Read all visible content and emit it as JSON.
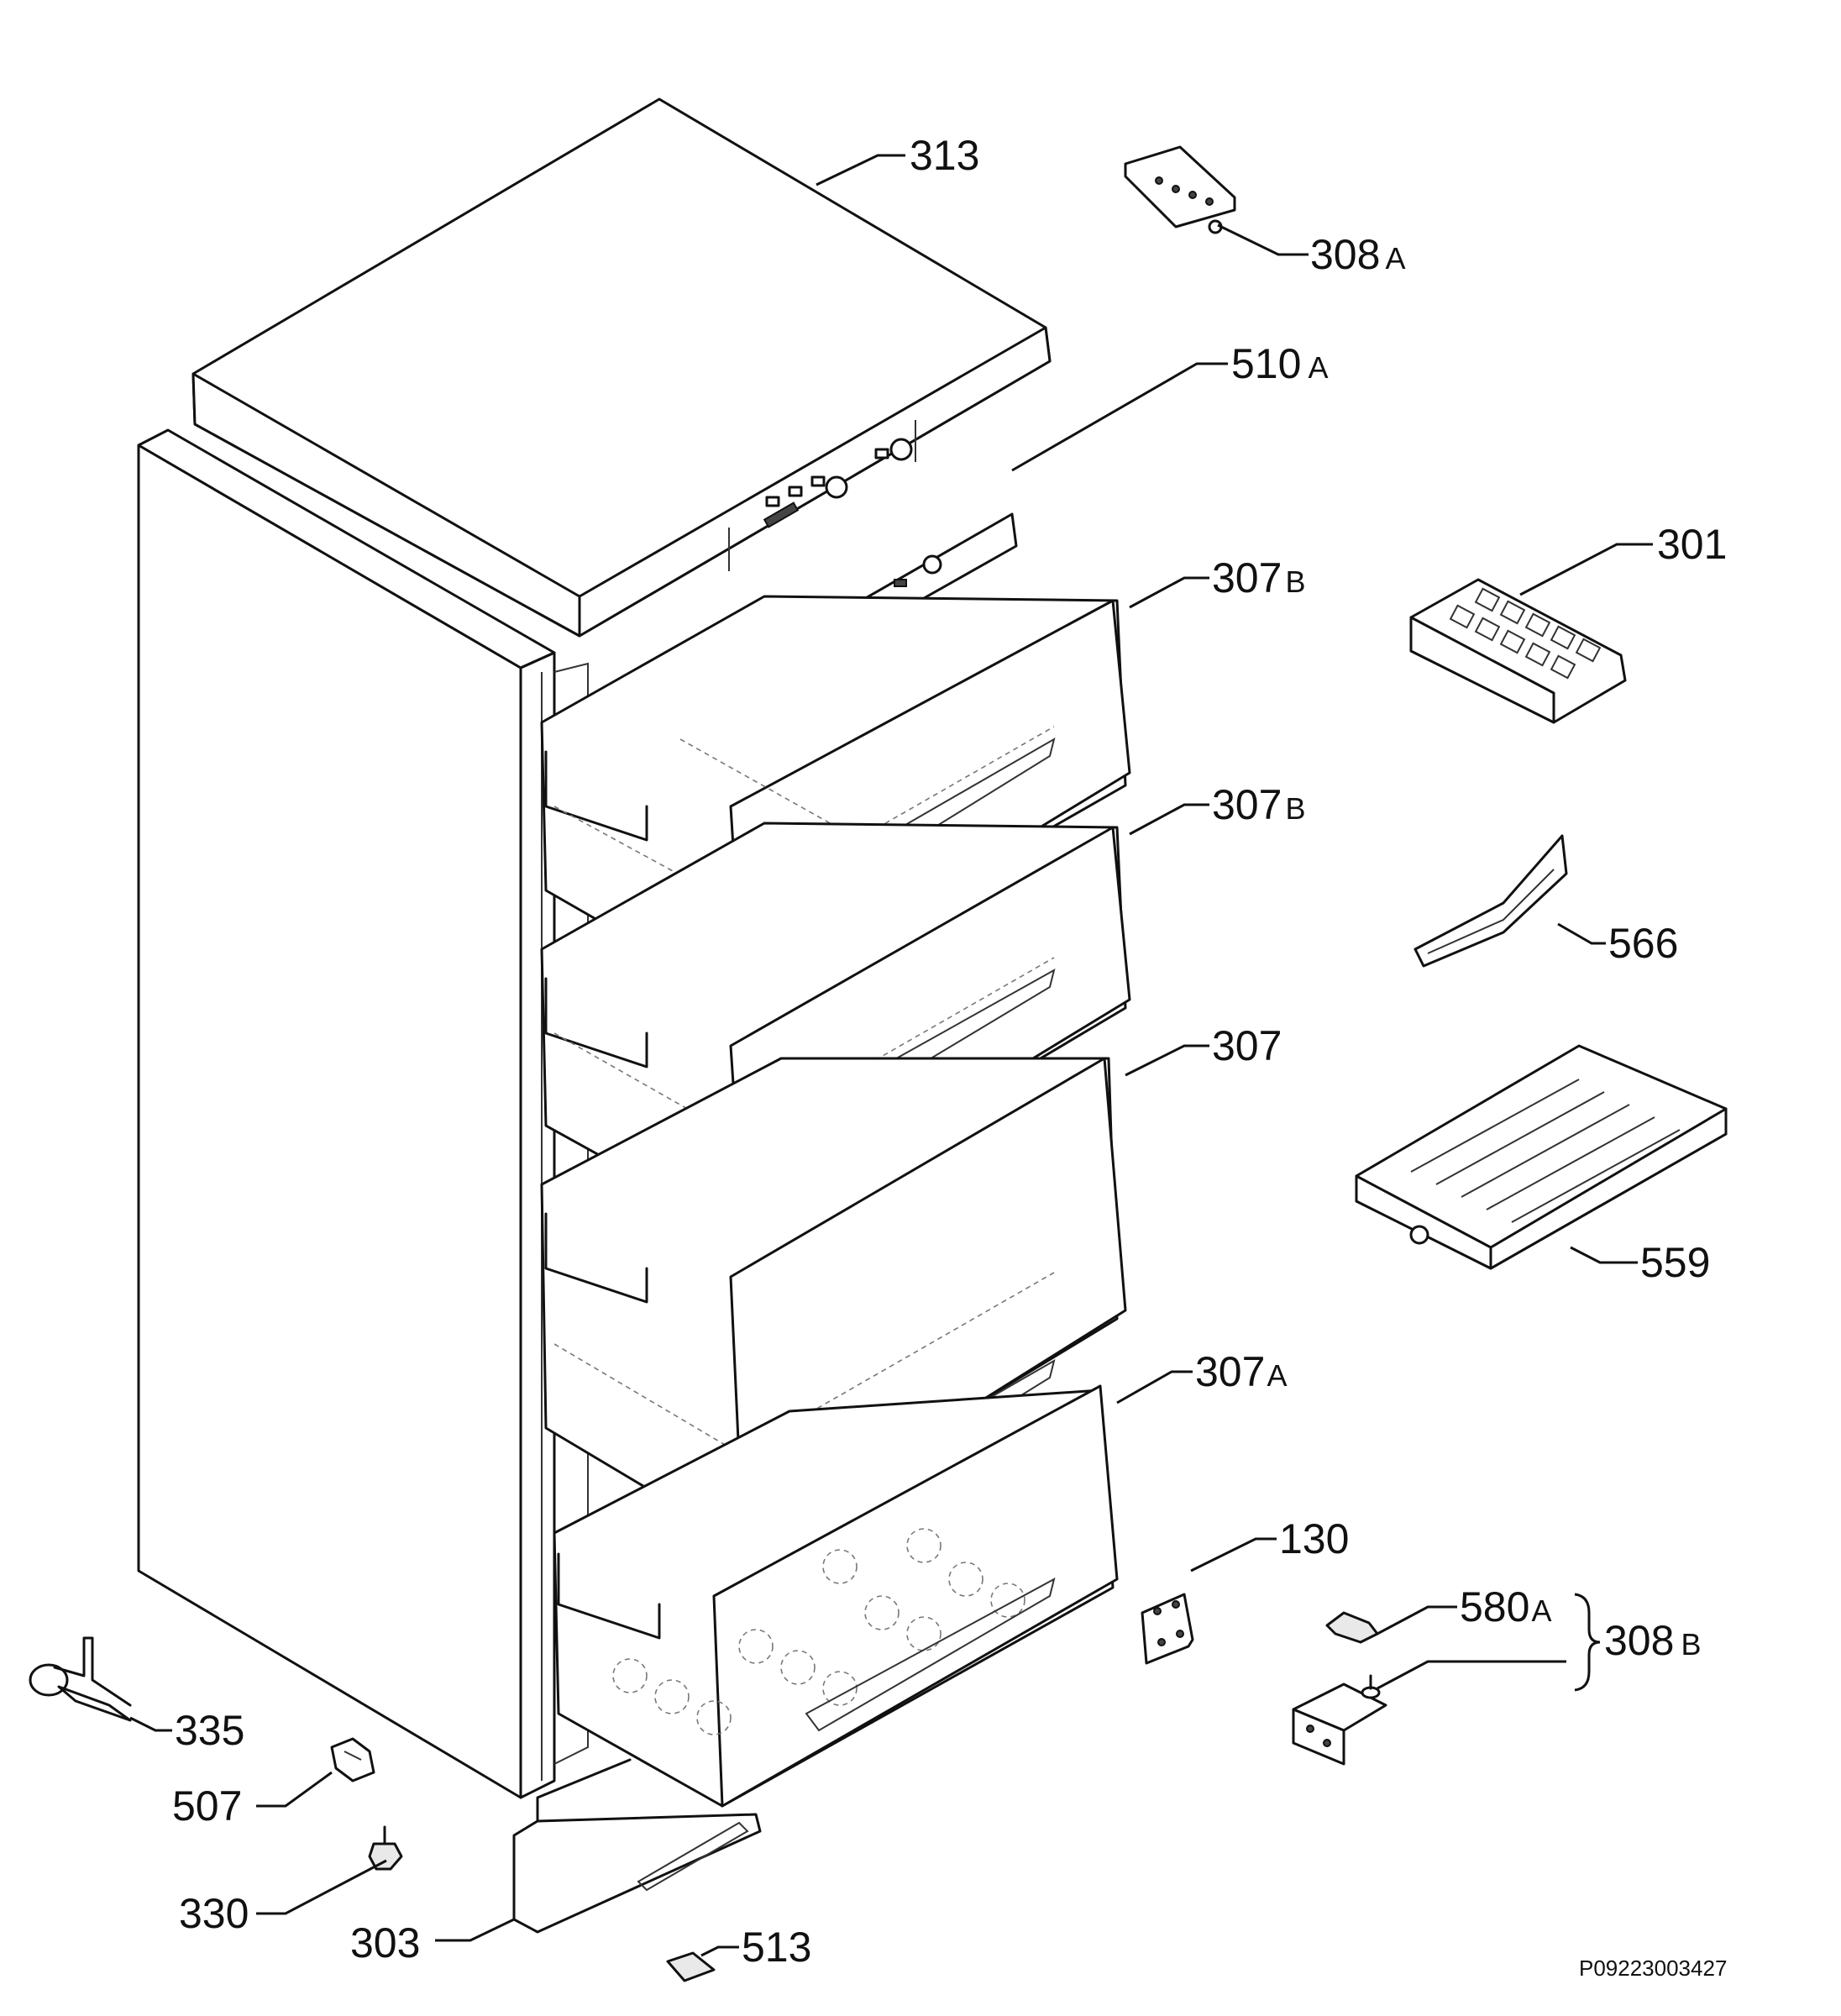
{
  "diagram": {
    "reference_code": "P09223003427",
    "parts": [
      {
        "id": "313",
        "number": "313",
        "suffix": ""
      },
      {
        "id": "308a",
        "number": "308",
        "suffix": "A"
      },
      {
        "id": "510a",
        "number": "510",
        "suffix": "A"
      },
      {
        "id": "301",
        "number": "301",
        "suffix": ""
      },
      {
        "id": "307b-1",
        "number": "307",
        "suffix": "B"
      },
      {
        "id": "307b-2",
        "number": "307",
        "suffix": "B"
      },
      {
        "id": "566",
        "number": "566",
        "suffix": ""
      },
      {
        "id": "307",
        "number": "307",
        "suffix": ""
      },
      {
        "id": "559",
        "number": "559",
        "suffix": ""
      },
      {
        "id": "307a",
        "number": "307",
        "suffix": "A"
      },
      {
        "id": "130",
        "number": "130",
        "suffix": ""
      },
      {
        "id": "580a",
        "number": "580",
        "suffix": "A"
      },
      {
        "id": "308b",
        "number": "308",
        "suffix": "B"
      },
      {
        "id": "335",
        "number": "335",
        "suffix": ""
      },
      {
        "id": "507",
        "number": "507",
        "suffix": ""
      },
      {
        "id": "330",
        "number": "330",
        "suffix": ""
      },
      {
        "id": "513",
        "number": "513",
        "suffix": ""
      },
      {
        "id": "303",
        "number": "303",
        "suffix": ""
      }
    ]
  }
}
